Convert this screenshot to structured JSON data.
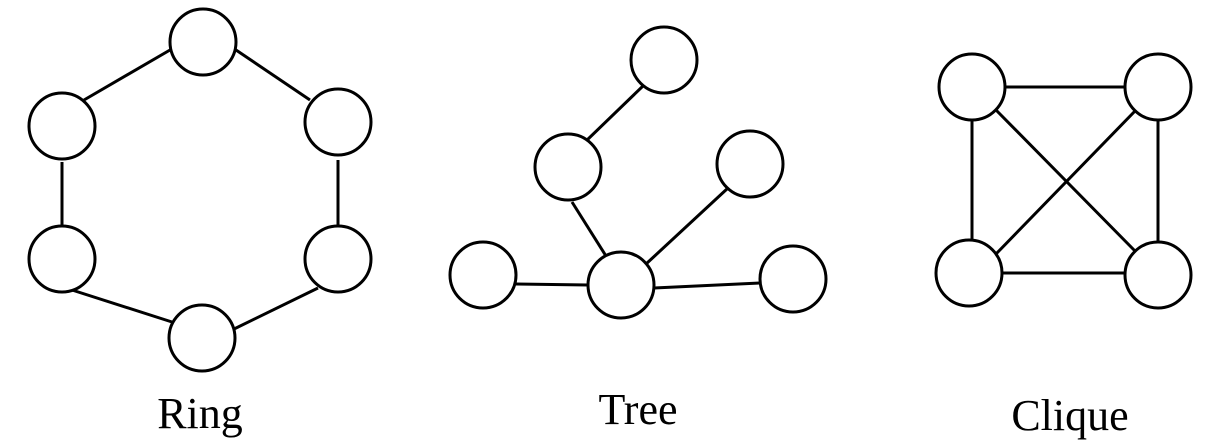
{
  "colors": {
    "stroke": "#000000",
    "node_fill": "#ffffff",
    "background": "#ffffff"
  },
  "graphs": [
    {
      "id": "ring",
      "label": "Ring",
      "node_count": 6,
      "edge_count": 6
    },
    {
      "id": "tree",
      "label": "Tree",
      "node_count": 6,
      "edge_count": 5
    },
    {
      "id": "clique",
      "label": "Clique",
      "node_count": 4,
      "edge_count": 6
    }
  ]
}
